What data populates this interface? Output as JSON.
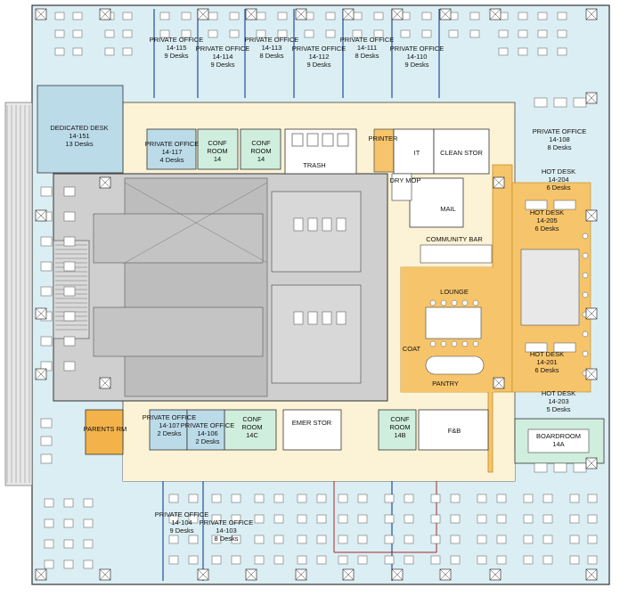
{
  "colors": {
    "office_blue": "#dbeef3",
    "desk_blue": "#bcdbe9",
    "corridor_yellow": "#fcf3d6",
    "core_gray": "#cfcfcf",
    "core_dark": "#bdbdbd",
    "amenity_orange": "#f6c46a",
    "conf_green": "#cfeede",
    "parents_orange": "#f3b34a",
    "hot_desk_blue": "#cde7f2",
    "wall": "#333333",
    "partition_blue": "#1f4f9a",
    "partition_red": "#a22b2b"
  },
  "rooms": {
    "po_115": {
      "name": "PRIVATE OFFICE",
      "num": "14-115",
      "desks": "9 Desks"
    },
    "po_114": {
      "name": "PRIVATE OFFICE",
      "num": "14-114",
      "desks": "9 Desks"
    },
    "po_113": {
      "name": "PRIVATE OFFICE",
      "num": "14-113",
      "desks": "8 Desks"
    },
    "po_112": {
      "name": "PRIVATE OFFICE",
      "num": "14-112",
      "desks": "9 Desks"
    },
    "po_111": {
      "name": "PRIVATE OFFICE",
      "num": "14-111",
      "desks": "8 Desks"
    },
    "po_110": {
      "name": "PRIVATE OFFICE",
      "num": "14-110",
      "desks": "9 Desks"
    },
    "dedicated": {
      "name": "DEDICATED DESK",
      "num": "14-151",
      "desks": "13 Desks"
    },
    "po_117": {
      "name": "PRIVATE OFFICE",
      "num": "14-117",
      "desks": "4 Desks"
    },
    "conf_1": {
      "name": "CONF",
      "sub": "ROOM",
      "num": "14"
    },
    "conf_2": {
      "name": "CONF",
      "sub": "ROOM",
      "num": "14"
    },
    "trash": "TRASH",
    "printer": "PRINTER",
    "it": "IT",
    "clean_stor": "CLEAN STOR",
    "po_108": {
      "name": "PRIVATE OFFICE",
      "num": "14-108",
      "desks": "8 Desks"
    },
    "hd_204": {
      "name": "HOT DESK",
      "num": "14-204",
      "desks": "6 Desks"
    },
    "hd_205": {
      "name": "HOT DESK",
      "num": "14-205",
      "desks": "6 Desks"
    },
    "dry_mop": "DRY MOP",
    "mail": "MAIL",
    "community_bar": "COMMUNITY BAR",
    "lounge": "LOUNGE",
    "coat": "COAT",
    "pantry": "PANTRY",
    "hd_201": {
      "name": "HOT DESK",
      "num": "14-201",
      "desks": "6 Desks"
    },
    "hd_203": {
      "name": "HOT DESK",
      "num": "14-203",
      "desks": "5 Desks"
    },
    "parents": "PARENTS RM",
    "po_107": {
      "name": "PRIVATE OFFICE",
      "num": "14-107",
      "desks": "2 Desks"
    },
    "po_106": {
      "name": "PRIVATE OFFICE",
      "num": "14-106",
      "desks": "2 Desks"
    },
    "conf_14c": {
      "name": "CONF",
      "sub": "ROOM",
      "num": "14C"
    },
    "emer_stor": "EMER STOR",
    "conf_14b": {
      "name": "CONF",
      "sub": "ROOM",
      "num": "14B"
    },
    "fb": "F&B",
    "boardroom": {
      "name": "BOARDROOM",
      "num": "14A"
    },
    "po_104": {
      "name": "PRIVATE OFFICE",
      "num": "14-104",
      "desks": "9 Desks"
    },
    "po_103": {
      "name": "PRIVATE OFFICE",
      "num": "14-103",
      "desks": "8 Desks"
    }
  }
}
